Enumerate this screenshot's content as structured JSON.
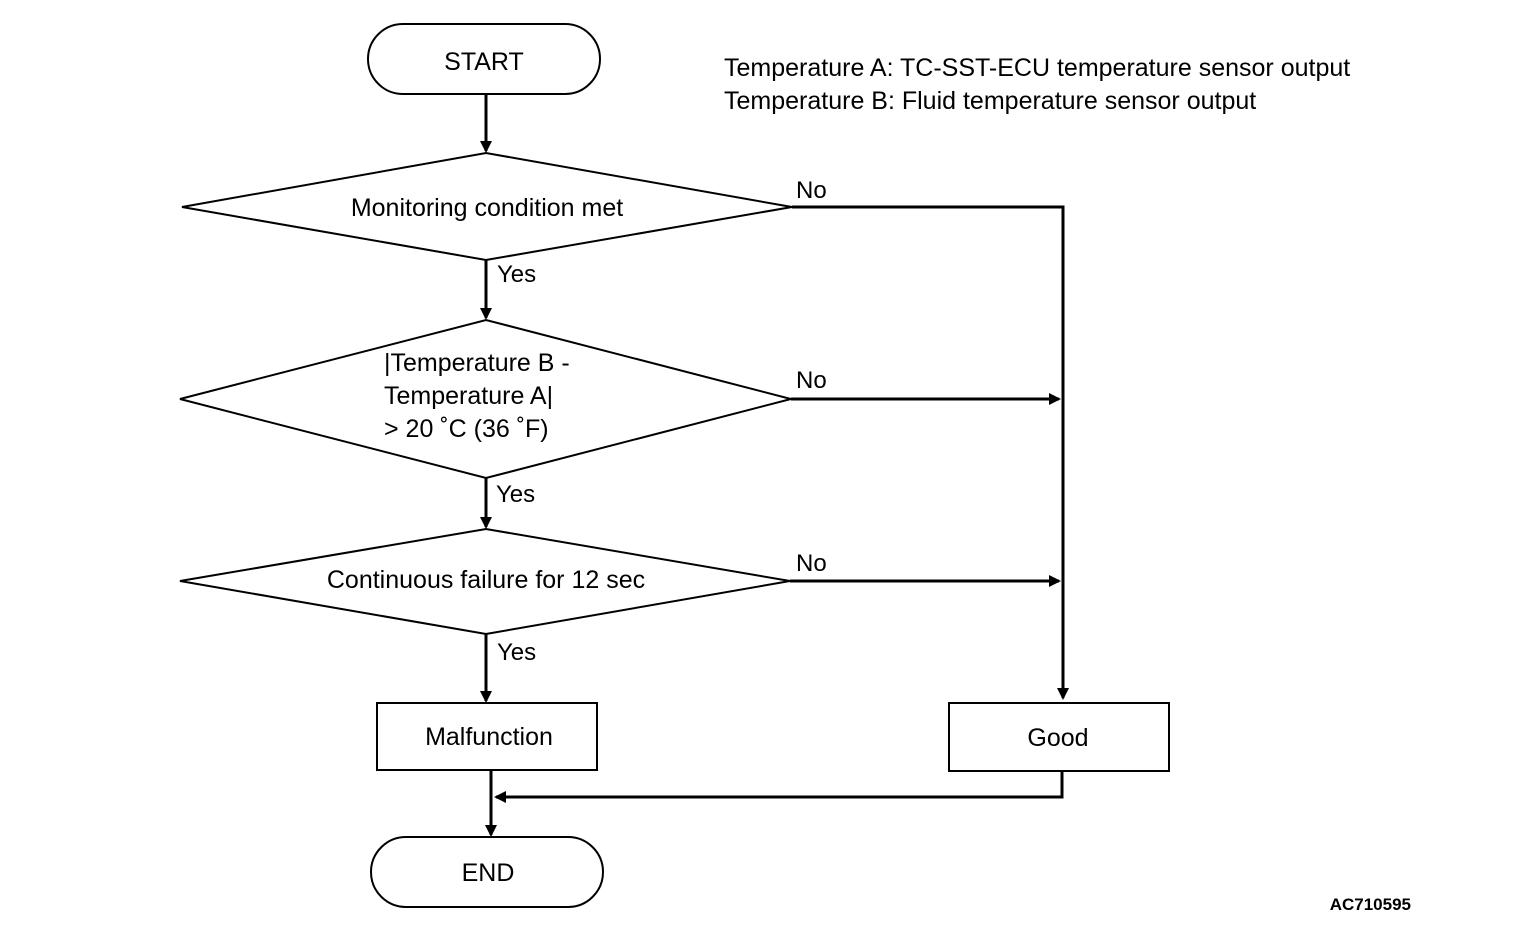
{
  "legend": {
    "line_a": "Temperature A: TC-SST-ECU temperature sensor output",
    "line_b": "Temperature B: Fluid temperature sensor output"
  },
  "nodes": {
    "start": "START",
    "decision1": "Monitoring condition met",
    "decision2": {
      "line1": "|Temperature B -",
      "line2": "Temperature A|",
      "line3": "> 20 ˚C (36 ˚F)"
    },
    "decision3": "Continuous failure for 12 sec",
    "malfunction": "Malfunction",
    "good": "Good",
    "end": "END"
  },
  "branches": {
    "yes": "Yes",
    "no": "No"
  },
  "figure_code": "AC710595",
  "colors": {
    "line": "#000000",
    "fill": "#ffffff"
  }
}
